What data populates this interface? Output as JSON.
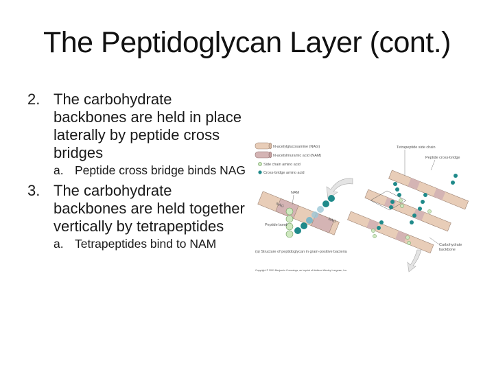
{
  "slide": {
    "title": "The Peptidoglycan Layer (cont.)",
    "points": [
      {
        "number": "2.",
        "text": "The carbohydrate backbones are held in place laterally by peptide cross bridges",
        "sub": {
          "letter": "a.",
          "text": "Peptide cross bridge binds NAG"
        }
      },
      {
        "number": "3.",
        "text": "The carbohydrate backbones are held together vertically by tetrapeptides",
        "sub": {
          "letter": "a.",
          "text": "Tetrapeptides bind to NAM"
        }
      }
    ]
  },
  "figure": {
    "legend": [
      {
        "label": "N-acetylglucosamine (NAG)",
        "symbol": "cylinder-light",
        "color": "#e8cdb8"
      },
      {
        "label": "N-acetylmuramic acid (NAM)",
        "symbol": "cylinder-dark",
        "color": "#d4b4b4"
      },
      {
        "label": "Side chain amino acid",
        "symbol": "circle-open",
        "color": "#cfe8c0"
      },
      {
        "label": "Cross-bridge amino acid",
        "symbol": "circle-filled",
        "color": "#1f8a8a"
      }
    ],
    "labels": {
      "nam": "NAM",
      "nag_left": "NAG",
      "nag_right": "NAG",
      "peptide_bond": "Peptide bond",
      "tetrapeptide_side_chain": "Tetrapeptide side chain",
      "peptide_cross_bridge": "Peptide cross-bridge",
      "carbohydrate_backbone_1": "Carbohydrate",
      "carbohydrate_backbone_2": "backbone"
    },
    "caption": "(a) Structure of peptidoglycan in gram-positive bacteria",
    "copyright": "Copyright © 2001 Benjamin Cummings, an imprint of Addison Wesley Longman, Inc.",
    "colors": {
      "nag": "#e8cdb8",
      "nam": "#d4b4b4",
      "side_chain": "#cfe8c0",
      "cross_bridge": "#1f8a8a",
      "cross_bridge_light": "#9cc8d8",
      "arrow": "#d8d8d8"
    }
  }
}
